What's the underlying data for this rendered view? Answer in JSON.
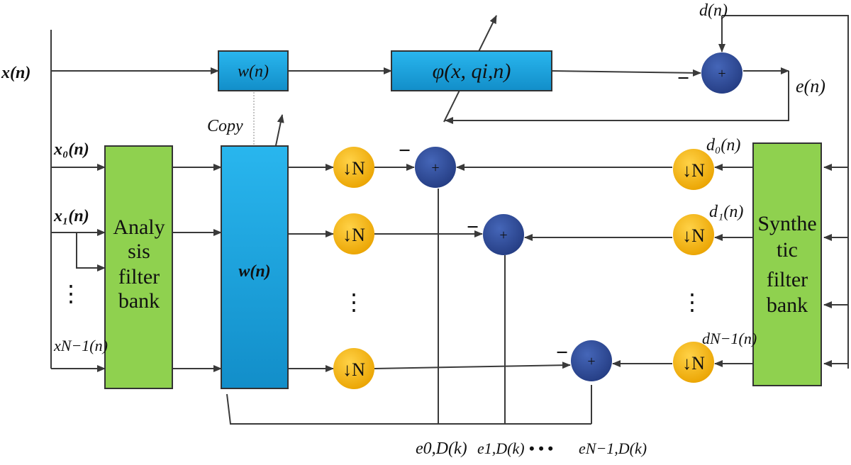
{
  "colors": {
    "filter_blue": "#1fa3e0",
    "bank_green": "#8fd14f",
    "decimator_orange": "#f3b21c",
    "adder_navy": "#2f4a9a",
    "wire": "#3a3a3a"
  },
  "signals": {
    "x_n": "x(n)",
    "x0_n": "x₀(n)",
    "x1_n": "x₁(n)",
    "xN1_n": "xN−1(n)",
    "d_n": "d(n)",
    "e_n": "e(n)",
    "d0_n": "d₀(n)",
    "d1_n": "d₁(n)",
    "dN1_n": "dN−1(n)",
    "vdots": "⋮"
  },
  "blocks": {
    "w_top": "w(n)",
    "phi": "φ(x, qi,n)",
    "copy": "Copy",
    "analysis_bank": [
      "Analy",
      "sis",
      "filter",
      "bank"
    ],
    "w_big": "w(n)",
    "synthetic_bank": [
      "Synthe",
      "tic",
      "filter",
      "bank"
    ],
    "decimator": "↓N",
    "adder": "+",
    "minus": "−"
  },
  "errors": {
    "e0": "e0,D(k)",
    "e1": "e1,D(k)",
    "dots": "• • •",
    "eN1": "eN−1,D(k)"
  }
}
